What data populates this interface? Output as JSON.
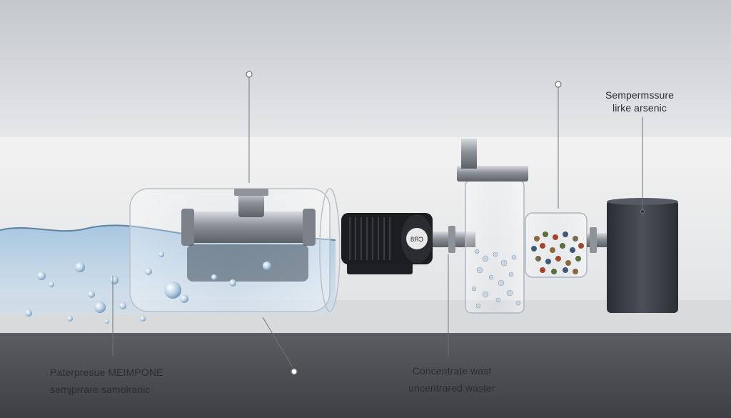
{
  "labels": {
    "top_right": {
      "line1": "Sempermssure",
      "line2": "lirke arsenic"
    },
    "bottom_left": {
      "line1": "Paterpresue MEIMPONE",
      "line2": "semjprrare samolranic"
    },
    "bottom_center": {
      "line1": "Concentrate wast",
      "line2": "uncentrared waster"
    },
    "pump_badge": "8ЯƆ"
  },
  "colors": {
    "background_top": "#cfd2d6",
    "wall": "#ececec",
    "floor": "#4a4c50",
    "water": "#7fa7c9",
    "pump_body": "#1c1d20",
    "steel": "#9a9ea5",
    "tank": "#3a3e45"
  }
}
